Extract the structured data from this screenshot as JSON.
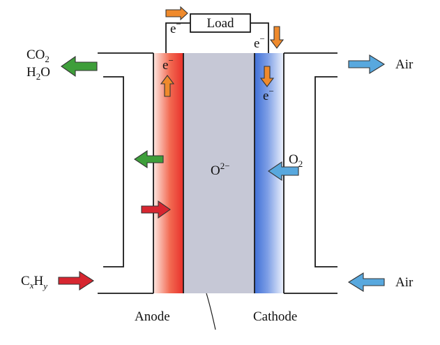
{
  "load": {
    "label": "Load"
  },
  "electron": {
    "base": "e",
    "sup": "−"
  },
  "anode": {
    "label": "Anode",
    "outputs": {
      "line1_base": "CO",
      "line1_sub": "2",
      "line2_base": "H",
      "line2_sub": "2",
      "line2_tail": "O"
    },
    "fuel": {
      "base": "C",
      "sub_x": "x",
      "mid": "H",
      "sub_y": "y"
    }
  },
  "electrolyte": {
    "ion_base": "O",
    "ion_sup": "2−"
  },
  "cathode": {
    "label": "Cathode",
    "reactant": {
      "base": "O",
      "sub": "2"
    },
    "air_out": "Air",
    "air_in": "Air"
  },
  "colors": {
    "anode": "#e8302a",
    "cathode": "#3f6fd6",
    "electrolyte": "#c6c8d6",
    "arrow_green": "#3e9e3a",
    "arrow_red": "#d72630",
    "arrow_blue": "#58a8de",
    "arrow_orange": "#ef8a2c"
  }
}
